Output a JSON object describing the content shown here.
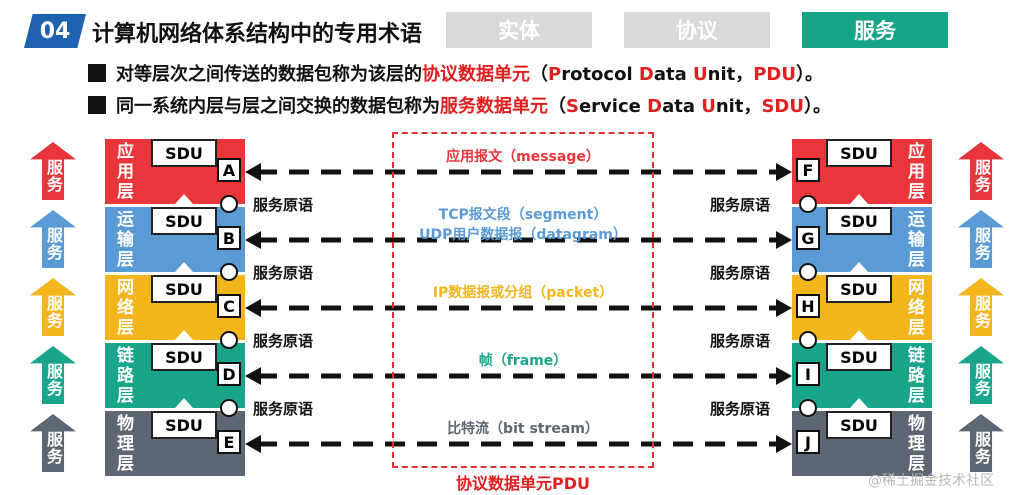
{
  "header": {
    "badge": "04",
    "title": "计算机网络体系结构中的专用术语",
    "tabs": [
      {
        "label": "实体",
        "color": "#d9d9d9",
        "text_color": "#ffffff"
      },
      {
        "label": "协议",
        "color": "#d9d9d9",
        "text_color": "#ffffff"
      },
      {
        "label": "服务",
        "color": "#17a589",
        "text_color": "#ffffff"
      }
    ]
  },
  "bullets": [
    {
      "plain_before": "对等层次之间传送的数据包称为该层的",
      "highlight": "协议数据单元",
      "open": "（",
      "w1": "P",
      "r1": "rotocol ",
      "w2": "D",
      "r2": "ata ",
      "w3": "U",
      "r3": "nit，",
      "acronym": "PDU",
      "close": "）。"
    },
    {
      "plain_before": "同一系统内层与层之间交换的数据包称为",
      "highlight": "服务数据单元",
      "open": "（",
      "w1": "S",
      "r1": "ervice ",
      "w2": "D",
      "r2": "ata ",
      "w3": "U",
      "r3": "nit，",
      "acronym": "SDU",
      "close": "）。"
    }
  ],
  "side_arrow_label": "服务",
  "sdu_label": "SDU",
  "primitive_label": "服务原语",
  "layers": [
    {
      "name": "应用层",
      "color": "#e8363a",
      "sap_left": "A",
      "sap_right": "F",
      "pdu": "应用报文（message）",
      "pdu_color": "#e8363a"
    },
    {
      "name": "运输层",
      "color": "#5b9bd5",
      "sap_left": "B",
      "sap_right": "G",
      "pdu": "TCP报文段（segment）\nUDP用户数据报（datagram）",
      "pdu_color": "#5b9bd5"
    },
    {
      "name": "网络层",
      "color": "#f2b51c",
      "sap_left": "C",
      "sap_right": "H",
      "pdu": "IP数据报或分组（packet）",
      "pdu_color": "#f2b51c"
    },
    {
      "name": "链路层",
      "color": "#18a58a",
      "sap_left": "D",
      "sap_right": "I",
      "pdu": "帧（frame）",
      "pdu_color": "#18a58a"
    },
    {
      "name": "物理层",
      "color": "#5d6774",
      "sap_left": "E",
      "sap_right": "J",
      "pdu": "比特流（bit stream）",
      "pdu_color": "#5d6774"
    }
  ],
  "pdu_caption": "协议数据单元PDU",
  "pdu_caption_color": "#e02020",
  "watermark": "@稀土掘金技术社区"
}
